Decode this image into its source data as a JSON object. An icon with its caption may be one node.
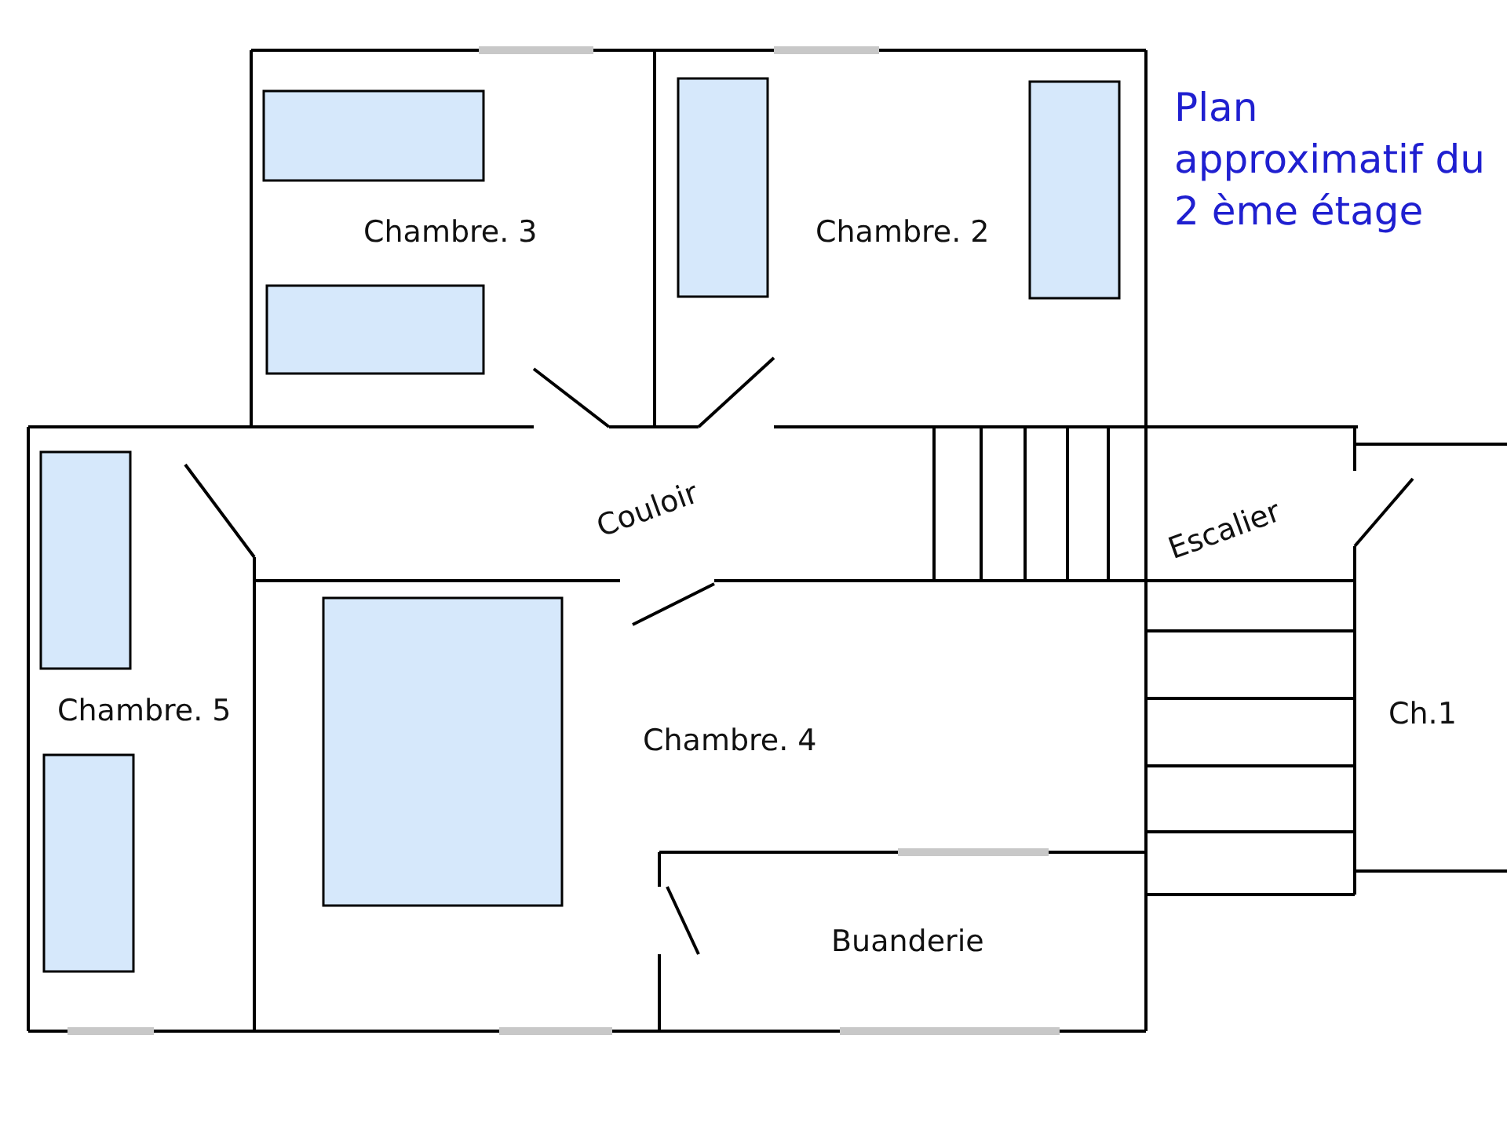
{
  "diagram": {
    "title": "Plan approximatif du 2 ème étage",
    "nodes": [
      {
        "text": [
          "Chambre. 3"
        ]
      },
      {
        "text": [
          "Chambre. 2"
        ]
      },
      {
        "text": [
          "Couloir"
        ]
      },
      {
        "text": [
          "Escalier"
        ]
      },
      {
        "text": [
          "Chambre. 5"
        ]
      },
      {
        "text": [
          "Chambre. 4"
        ]
      },
      {
        "text": [
          "Ch.1"
        ]
      },
      {
        "text": [
          "Buanderie"
        ]
      }
    ]
  }
}
